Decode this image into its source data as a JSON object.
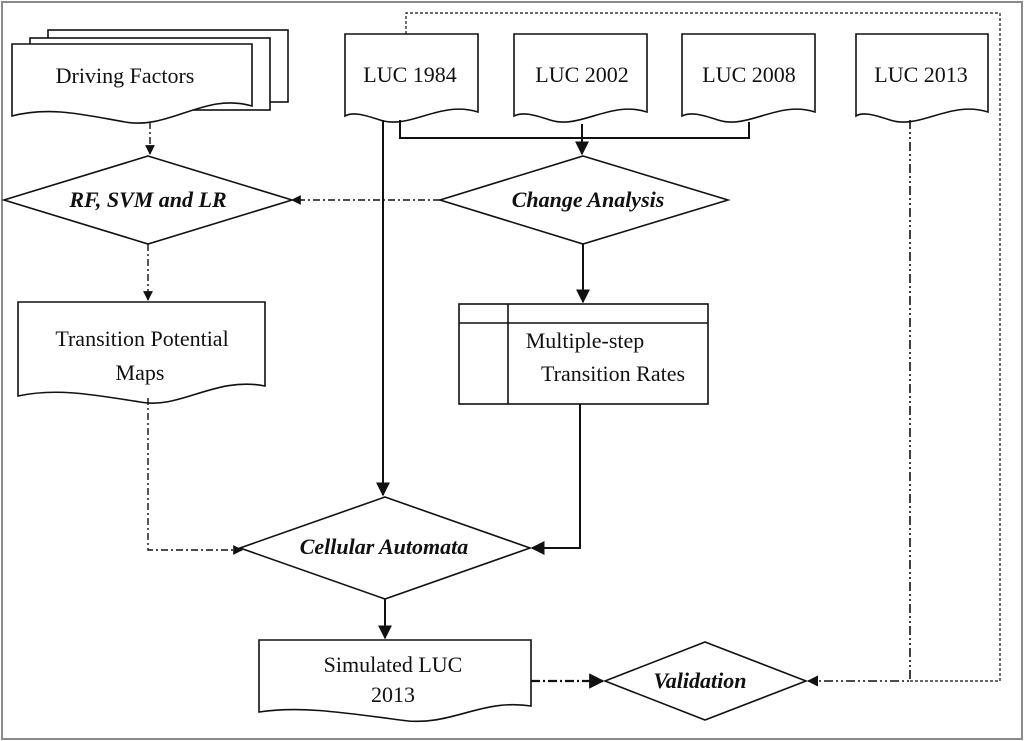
{
  "nodes": {
    "driving_factors": "Driving Factors",
    "luc_1984": "LUC 1984",
    "luc_2002": "LUC 2002",
    "luc_2008": "LUC 2008",
    "luc_2013": "LUC 2013",
    "rf_svm_lr": "RF, SVM and LR",
    "change_analysis": "Change Analysis",
    "transition_maps_line1": "Transition Potential",
    "transition_maps_line2": "Maps",
    "transition_rates_line1": "Multiple-step",
    "transition_rates_line2": "Transition Rates",
    "cellular_automata": "Cellular Automata",
    "simulated_line1": "Simulated LUC",
    "simulated_line2": "2013",
    "validation": "Validation"
  }
}
